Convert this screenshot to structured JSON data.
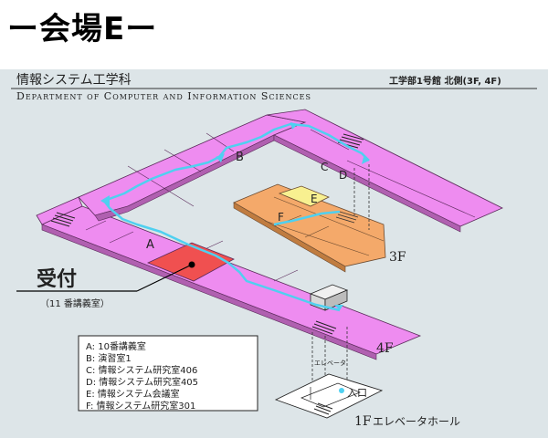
{
  "page": {
    "title": "ー会場Eー"
  },
  "header": {
    "dept_name_ja": "情報システム工学科",
    "building": "工学部1号館 北側(3F, 4F)",
    "dept_name_en": "Department of Computer and Information Sciences"
  },
  "rooms": {
    "A": "A",
    "B": "B",
    "C": "C",
    "D": "D",
    "E": "E",
    "F": "F"
  },
  "reception": {
    "label": "受付",
    "note": "（11 番講義室）"
  },
  "floors": {
    "f3": "3F",
    "f4": "4F",
    "f1": "1F",
    "f1_note": "エレベータホール",
    "elevator": "エレベータ",
    "entrance": "入口"
  },
  "legend": [
    "A: 10番講義室",
    "B: 演習室1",
    "C: 情報システム研究室406",
    "D: 情報システム研究室405",
    "E: 情報システム会議室",
    "F: 情報システム研究室301"
  ],
  "colors": {
    "floor4": "#ee8cf0",
    "floor3": "#f4a96a",
    "room_e": "#f8f090",
    "reception": "#f05050",
    "route": "#4fd0f0",
    "panel": "#dde5e8"
  }
}
